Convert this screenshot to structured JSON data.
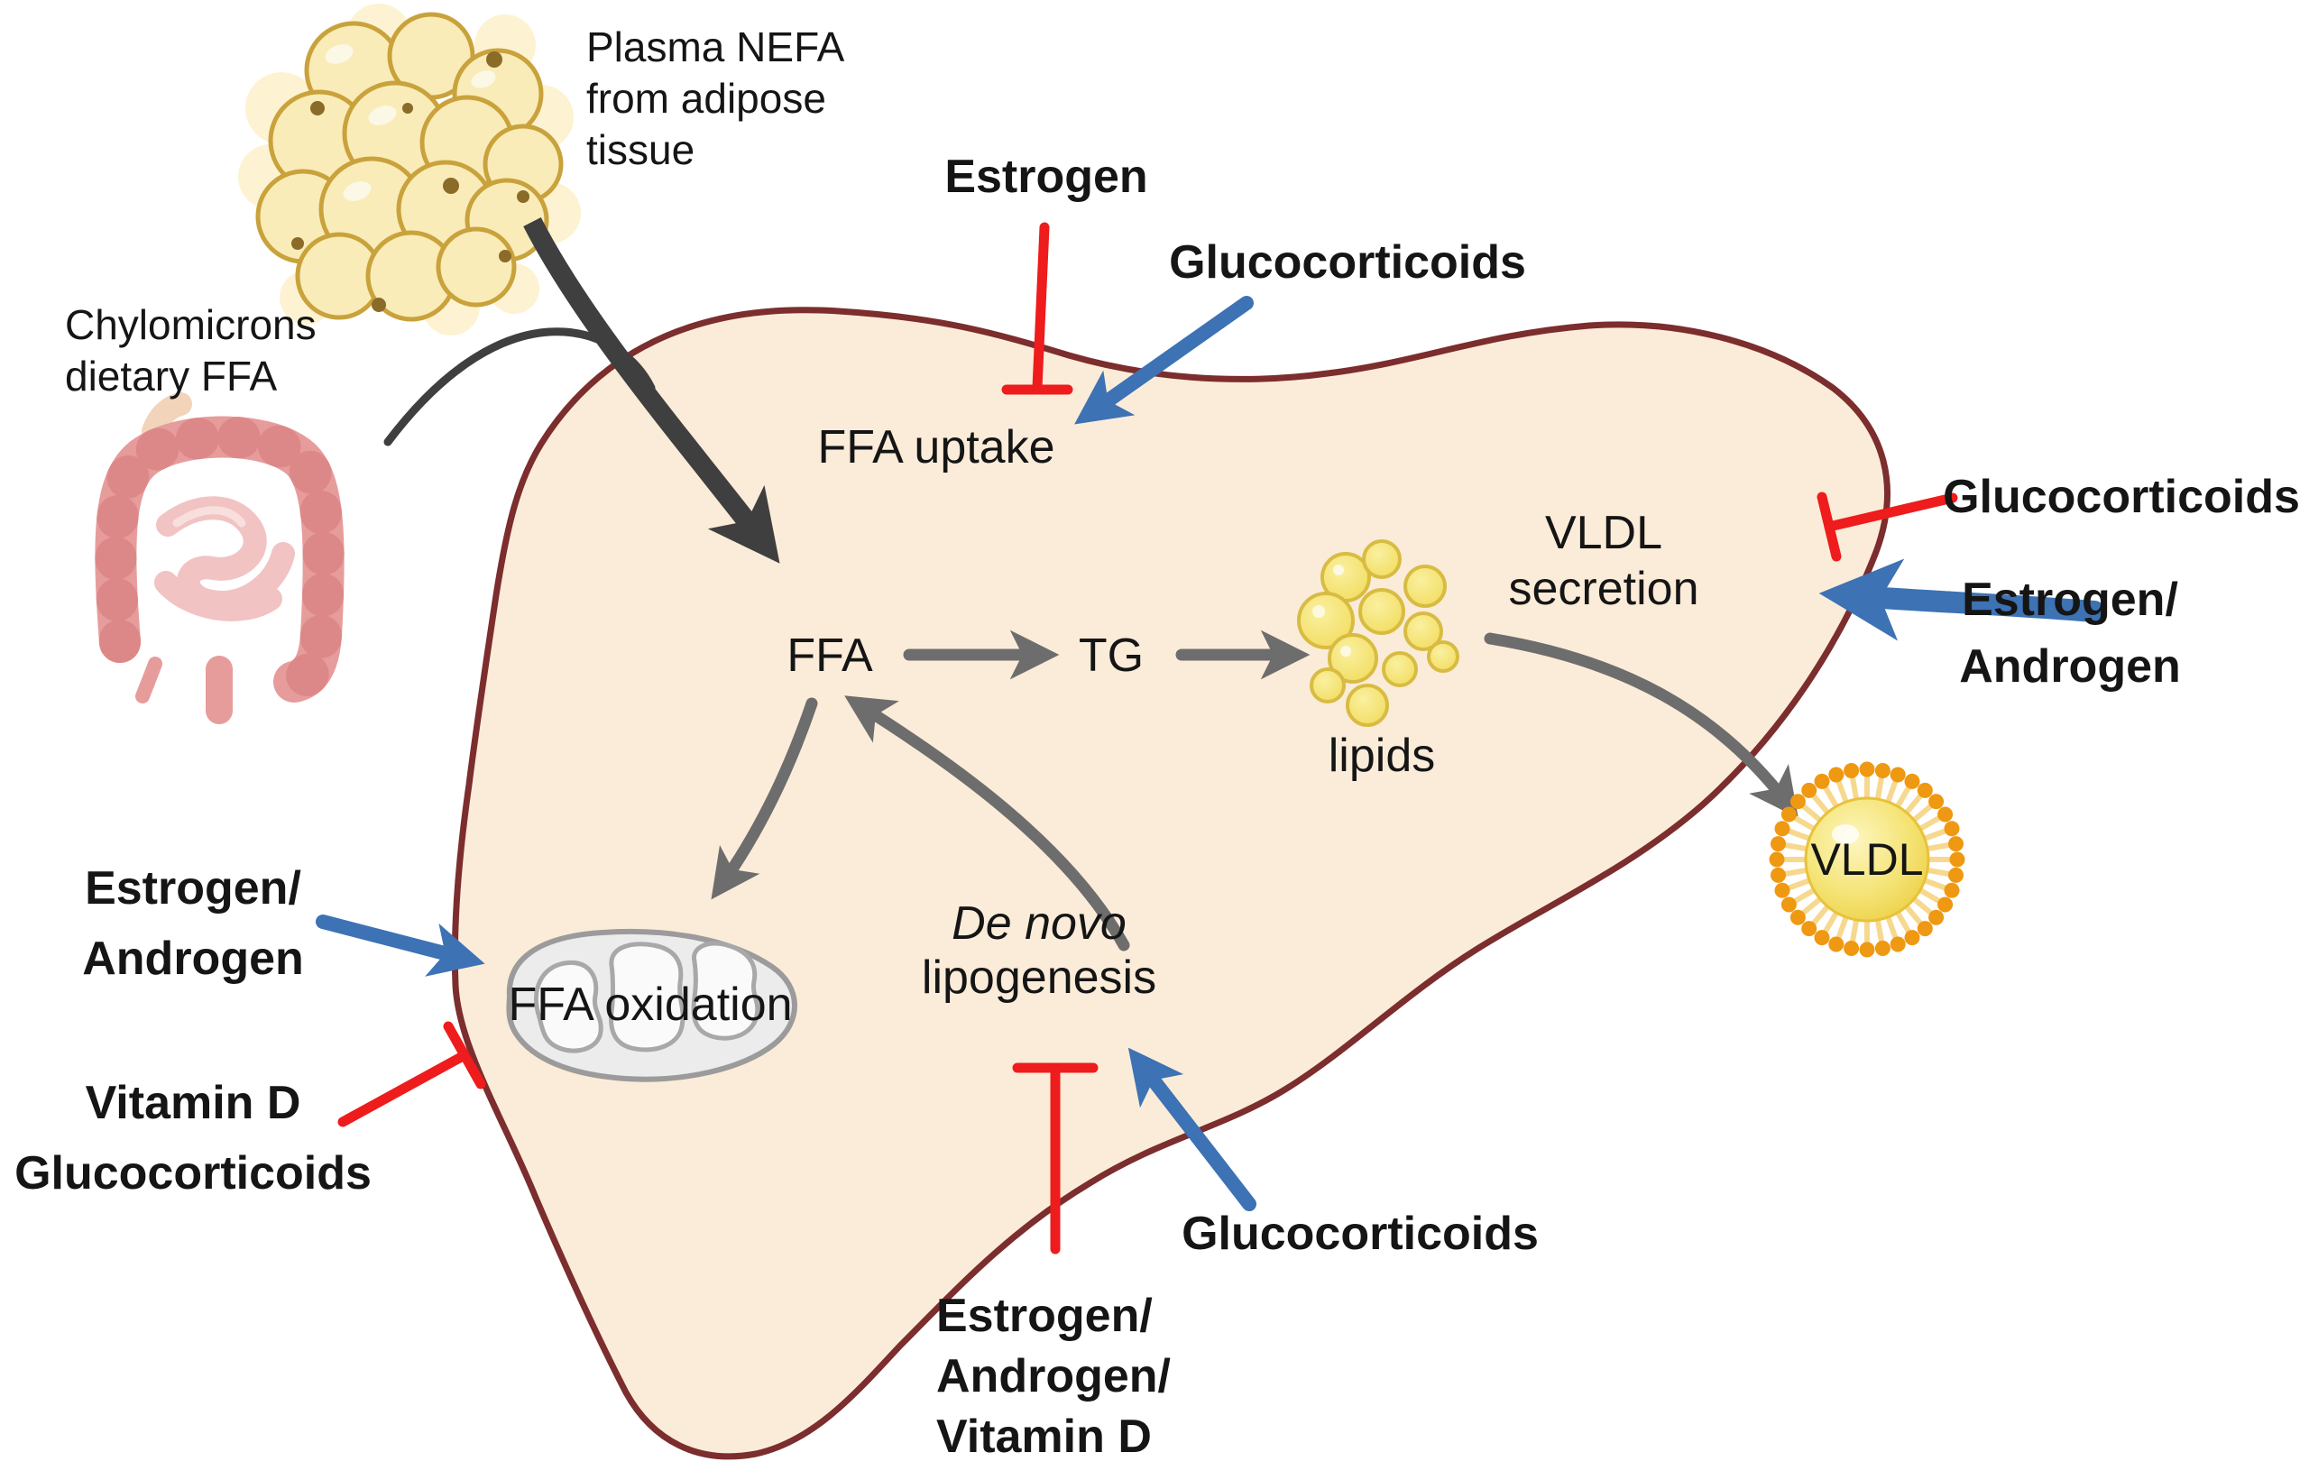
{
  "external_sources": {
    "plasma_nefa": {
      "lines": [
        "Plasma NEFA",
        "from adipose",
        "tissue"
      ]
    },
    "chylomicrons": {
      "lines": [
        "Chylomicrons",
        "dietary FFA"
      ]
    }
  },
  "liver": {
    "nodes": {
      "ffa_uptake": "FFA uptake",
      "ffa": "FFA",
      "tg": "TG",
      "lipids": "lipids",
      "vldl_secretion": {
        "lines": [
          "VLDL",
          "secretion"
        ]
      },
      "ffa_oxidation": "FFA oxidation",
      "de_novo": {
        "lines": [
          "De novo",
          "lipogenesis"
        ]
      }
    }
  },
  "vldl_particle_label": "VLDL",
  "regulators": {
    "estrogen_top": {
      "label": "Estrogen",
      "effect": "inhibits",
      "target": "FFA uptake"
    },
    "glucocorticoids_top": {
      "label": "Glucocorticoids",
      "effect": "stimulates",
      "target": "FFA uptake"
    },
    "glucocorticoids_right": {
      "label": "Glucocorticoids",
      "effect": "inhibits",
      "target": "VLDL secretion"
    },
    "estrogen_androgen_right": {
      "lines": [
        "Estrogen/",
        "Androgen"
      ],
      "effect": "stimulates",
      "target": "VLDL secretion"
    },
    "estrogen_androgen_left": {
      "lines": [
        "Estrogen/",
        "Androgen"
      ],
      "effect": "stimulates",
      "target": "FFA oxidation"
    },
    "vitamind_glucocorticoids_left": {
      "lines": [
        "Vitamin D",
        "Glucocorticoids"
      ],
      "effect": "inhibits",
      "target": "FFA oxidation"
    },
    "estrogen_androgen_vitamind_bottom": {
      "lines": [
        "Estrogen/",
        "Androgen/",
        "Vitamin D"
      ],
      "effect": "inhibits",
      "target": "De novo lipogenesis"
    },
    "glucocorticoids_bottom": {
      "label": "Glucocorticoids",
      "effect": "stimulates",
      "target": "De novo lipogenesis"
    }
  },
  "flows": [
    {
      "from": "Plasma NEFA from adipose tissue",
      "to": "FFA"
    },
    {
      "from": "Chylomicrons dietary FFA",
      "to": "liver"
    },
    {
      "from": "FFA",
      "to": "TG"
    },
    {
      "from": "TG",
      "to": "lipids"
    },
    {
      "from": "lipids",
      "to": "VLDL secretion"
    },
    {
      "from": "VLDL secretion",
      "to": "VLDL"
    },
    {
      "from": "FFA",
      "to": "FFA oxidation"
    },
    {
      "from": "De novo lipogenesis",
      "to": "FFA"
    }
  ],
  "colors": {
    "liver_fill": "#fbecd9",
    "liver_outline": "#7c2d2d",
    "inhibit_red": "#ee1c1c",
    "stimulate_blue": "#3d72b4",
    "process_arrow_gray": "#6d6d6d",
    "influx_arrow_dark": "#3f3f3f",
    "lipid_yellow": "#f6e372",
    "vldl_orange": "#ef9812",
    "adipose_cream": "#f9ecb8",
    "intestine_pink": "#e79c9c",
    "mitochondria_gray": "#ececec"
  }
}
